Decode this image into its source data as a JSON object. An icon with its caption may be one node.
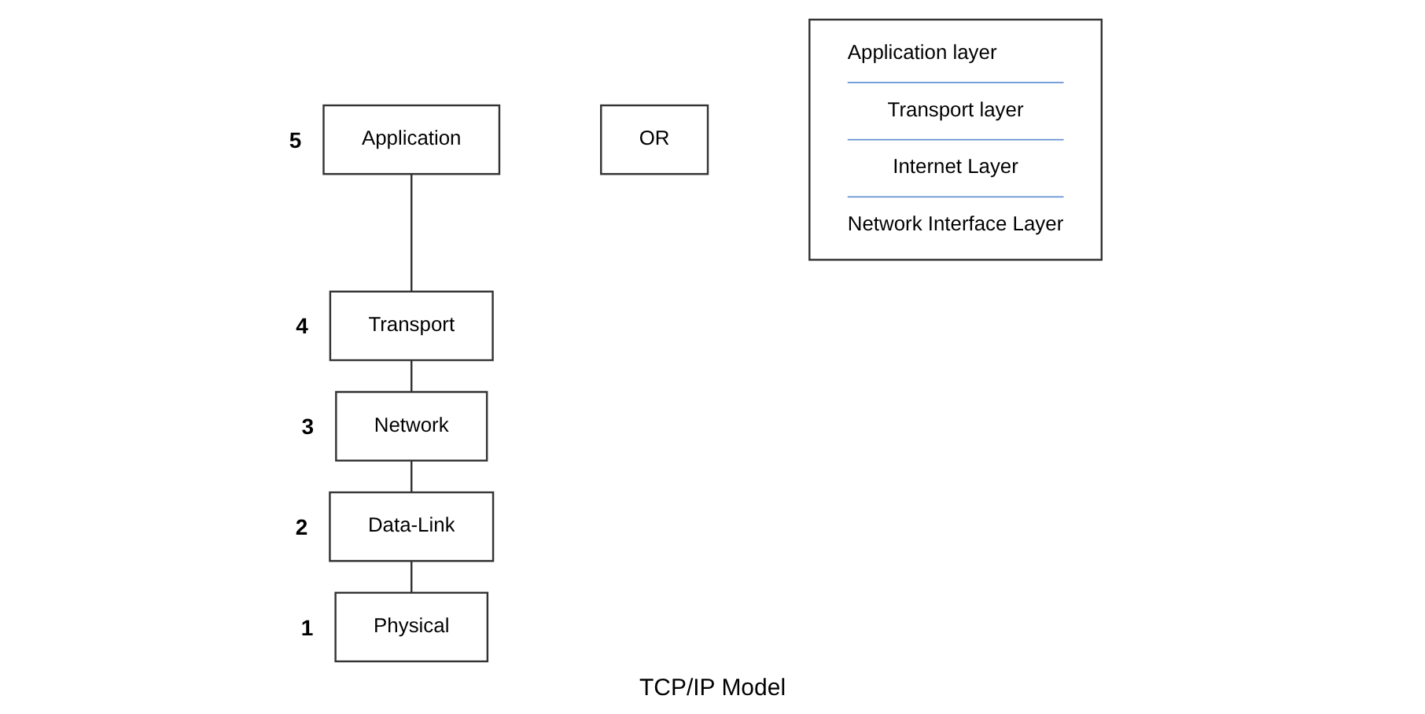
{
  "diagram": {
    "caption": "TCP/IP Model",
    "nodes": [
      {
        "text": [
          "Application"
        ],
        "beside": [
          "5"
        ]
      },
      {
        "text": [
          "Transport"
        ],
        "beside": [
          "4"
        ]
      },
      {
        "text": [
          "Network"
        ],
        "beside": [
          "3"
        ]
      },
      {
        "text": [
          "Data-Link"
        ],
        "beside": [
          "2"
        ]
      },
      {
        "text": [
          "Physical"
        ],
        "beside": [
          "1"
        ]
      },
      {
        "text": [
          "OR"
        ]
      },
      {
        "text": [
          "Application layer",
          "Transport layer",
          "Internet Layer",
          "Network Interface Layer"
        ]
      }
    ],
    "edges": [
      {
        "from": 0,
        "to": 1,
        "arrow": "none"
      },
      {
        "from": 1,
        "to": 2,
        "arrow": "none"
      },
      {
        "from": 2,
        "to": 3,
        "arrow": "none"
      },
      {
        "from": 3,
        "to": 4,
        "arrow": "none"
      }
    ]
  }
}
